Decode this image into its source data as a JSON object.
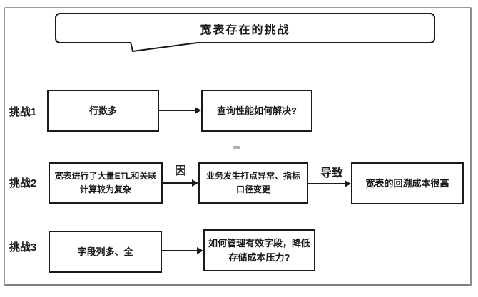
{
  "header": {
    "title": "宽表存在的挑战"
  },
  "rows": [
    {
      "label": "挑战1",
      "box1_lines": [
        "行数多"
      ],
      "box2_lines": [
        "查询性能如何解决?"
      ]
    },
    {
      "label": "挑战2",
      "box1_lines": [
        "宽表进行了大量ETL和关联",
        "计算较为复杂"
      ],
      "arrow1_label": "因",
      "box2_lines": [
        "业务发生打点异常、指标",
        "口径变更"
      ],
      "arrow2_label": "导致",
      "box3_lines": [
        "宽表的回溯成本很高"
      ]
    },
    {
      "label": "挑战3",
      "box1_lines": [
        "字段列多、全"
      ],
      "box2_lines": [
        "如何管理有效字段，降低",
        "存储成本压力?"
      ]
    }
  ],
  "colors": {
    "stroke": "#1a1a1a",
    "frame_border": "#8e8e8e",
    "background": "#ffffff"
  }
}
